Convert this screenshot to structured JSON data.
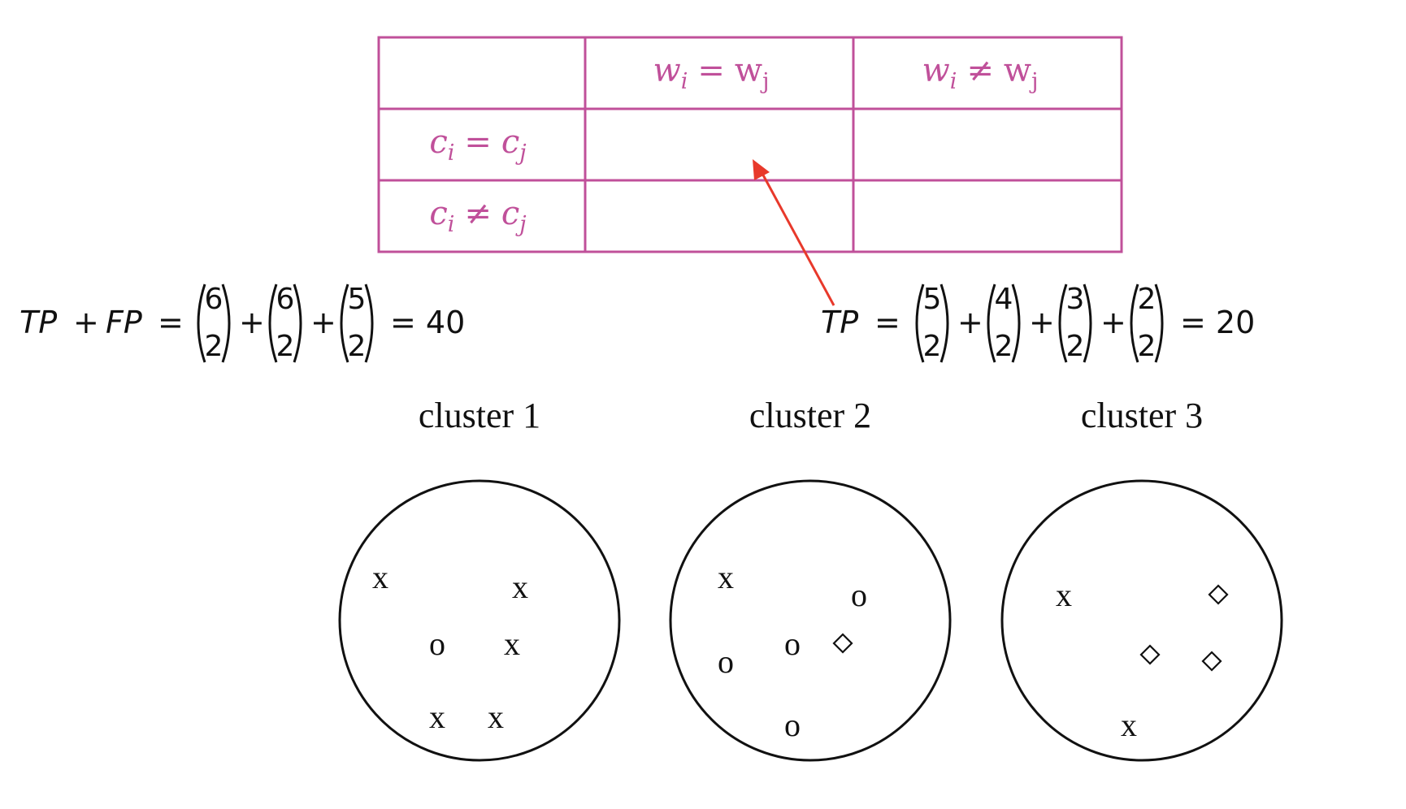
{
  "table": {
    "col_headers": [
      {
        "left": "w",
        "sub_left": "i",
        "op": "=",
        "right": "w",
        "sub_right": "j"
      },
      {
        "left": "w",
        "sub_left": "i",
        "op": "≠",
        "right": "w",
        "sub_right": "j"
      }
    ],
    "row_headers": [
      {
        "left": "c",
        "sub_left": "i",
        "op": "=",
        "right": "c",
        "sub_right": "j"
      },
      {
        "left": "c",
        "sub_left": "i",
        "op": "≠",
        "right": "c",
        "sub_right": "j"
      }
    ],
    "border_color": "#c0509a",
    "text_color": "#c0509a"
  },
  "arrow_color": "#e8392b",
  "equations": {
    "left": {
      "lhs": [
        "TP",
        "+",
        "FP",
        "="
      ],
      "binomials": [
        [
          "6",
          "2"
        ],
        [
          "6",
          "2"
        ],
        [
          "5",
          "2"
        ]
      ],
      "plus": "+",
      "result": "= 40"
    },
    "right": {
      "lhs": [
        "TP",
        "="
      ],
      "binomials": [
        [
          "5",
          "2"
        ],
        [
          "4",
          "2"
        ],
        [
          "3",
          "2"
        ],
        [
          "2",
          "2"
        ]
      ],
      "plus": "+",
      "result": "= 20"
    }
  },
  "clusters": [
    {
      "label": "cluster 1",
      "points": [
        {
          "symbol": "x"
        },
        {
          "symbol": "x"
        },
        {
          "symbol": "o"
        },
        {
          "symbol": "x"
        },
        {
          "symbol": "x"
        },
        {
          "symbol": "x"
        }
      ]
    },
    {
      "label": "cluster 2",
      "points": [
        {
          "symbol": "x"
        },
        {
          "symbol": "o"
        },
        {
          "symbol": "o"
        },
        {
          "symbol": "o"
        },
        {
          "symbol": "diamond"
        },
        {
          "symbol": "o"
        }
      ]
    },
    {
      "label": "cluster 3",
      "points": [
        {
          "symbol": "x"
        },
        {
          "symbol": "diamond"
        },
        {
          "symbol": "diamond"
        },
        {
          "symbol": "diamond"
        },
        {
          "symbol": "x"
        }
      ]
    }
  ]
}
